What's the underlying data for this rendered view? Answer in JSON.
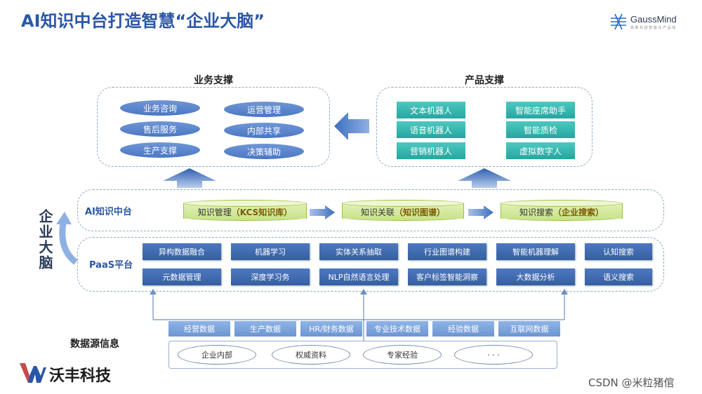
{
  "title": "AI知识中台打造智慧“企业大脑”",
  "brand": {
    "name": "GaussMind",
    "tagline": "高 斯 科 技 智 能 化 产 品 线"
  },
  "business": {
    "title": "业务支撑",
    "items": [
      "业务咨询",
      "售后服务",
      "生产支撑",
      "运营管理",
      "内部共享",
      "决策辅助"
    ]
  },
  "product": {
    "title": "产品支撑",
    "items": [
      "文本机器人",
      "语音机器人",
      "营销机器人",
      "智能座席助手",
      "智能质检",
      "虚拟数字人"
    ]
  },
  "ai_layer": {
    "label": "AI知识中台",
    "stages": [
      {
        "name": "知识管理",
        "paren": "（KCS知识库）"
      },
      {
        "name": "知识关联",
        "paren": "（知识图谱）"
      },
      {
        "name": "知识搜索",
        "paren": "（企业搜索）"
      }
    ]
  },
  "paas": {
    "label": "PaaS平台",
    "row1": [
      "异构数据融合",
      "机器学习",
      "实体关系抽取",
      "行业图谱构建",
      "智能机器理解",
      "认知搜索"
    ],
    "row2": [
      "元数据管理",
      "深度学习务",
      "NLP自然语言处理",
      "客户标签智能洞察",
      "大数据分析",
      "语义搜索"
    ]
  },
  "side": "企业大脑",
  "datasource": {
    "label": "数据源信息",
    "types": [
      "经营数据",
      "生产数据",
      "HR/财务数据",
      "专业技术数据",
      "经验数据",
      "互联网数据"
    ],
    "origins": [
      "企业内部",
      "权威资料",
      "专家经验",
      "· · ·"
    ]
  },
  "company": "沃丰科技",
  "watermark": "CSDN @米粒猪倌",
  "colors": {
    "accent": "#2a56a6",
    "oval": "#5b85cc",
    "teal": "#2db3ab",
    "paas": "#3f6bb3",
    "cylinder": "#d4eaa0"
  }
}
